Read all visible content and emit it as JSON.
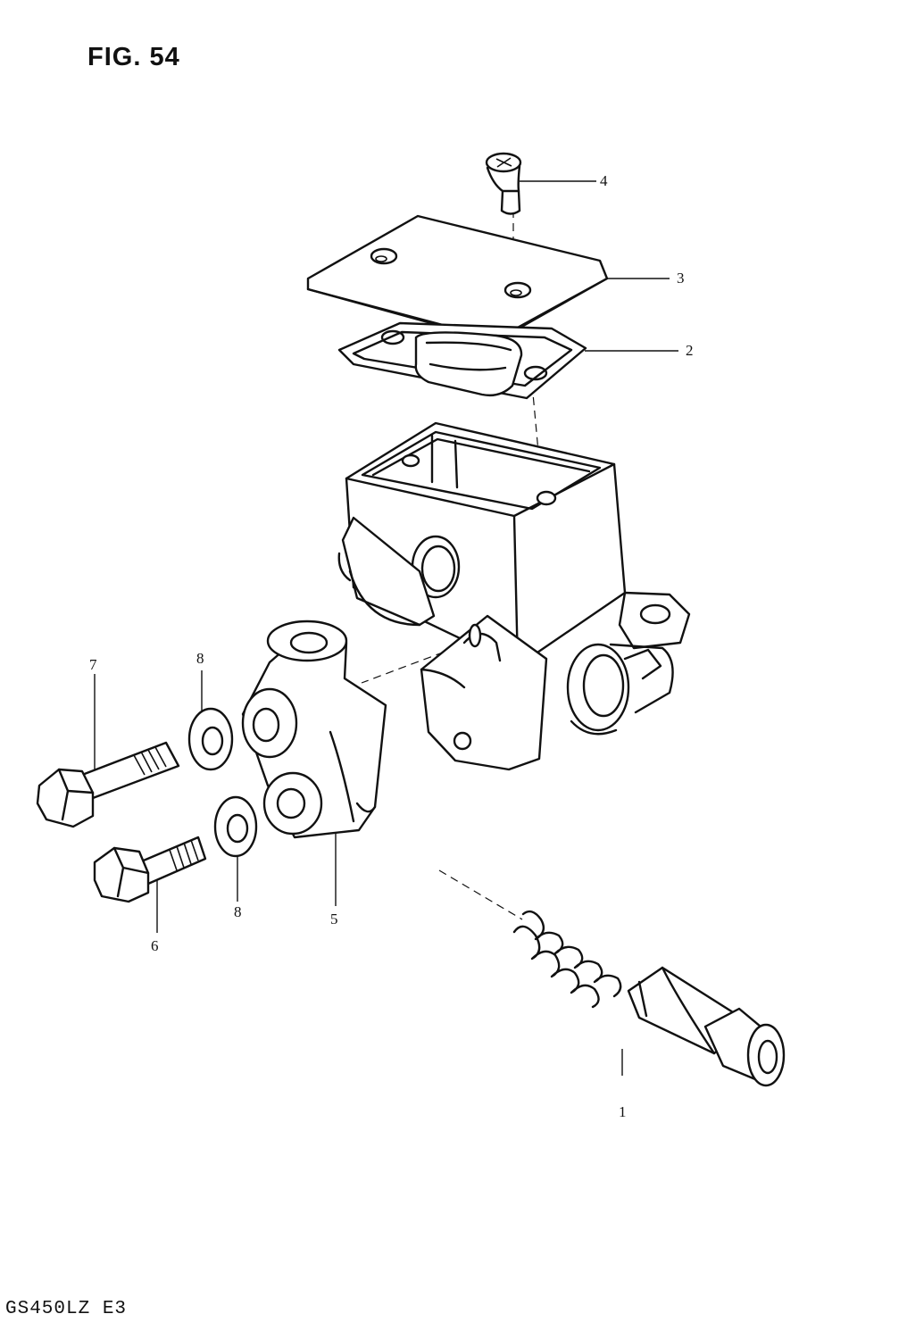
{
  "figure": {
    "title": "FIG. 54",
    "model_code": "GS450LZ  E3"
  },
  "callouts": [
    {
      "id": "1",
      "label": "1"
    },
    {
      "id": "2",
      "label": "2"
    },
    {
      "id": "3",
      "label": "3"
    },
    {
      "id": "4",
      "label": "4"
    },
    {
      "id": "5",
      "label": "5"
    },
    {
      "id": "6",
      "label": "6"
    },
    {
      "id": "7",
      "label": "7"
    },
    {
      "id": "8a",
      "label": "8"
    },
    {
      "id": "8b",
      "label": "8"
    }
  ]
}
